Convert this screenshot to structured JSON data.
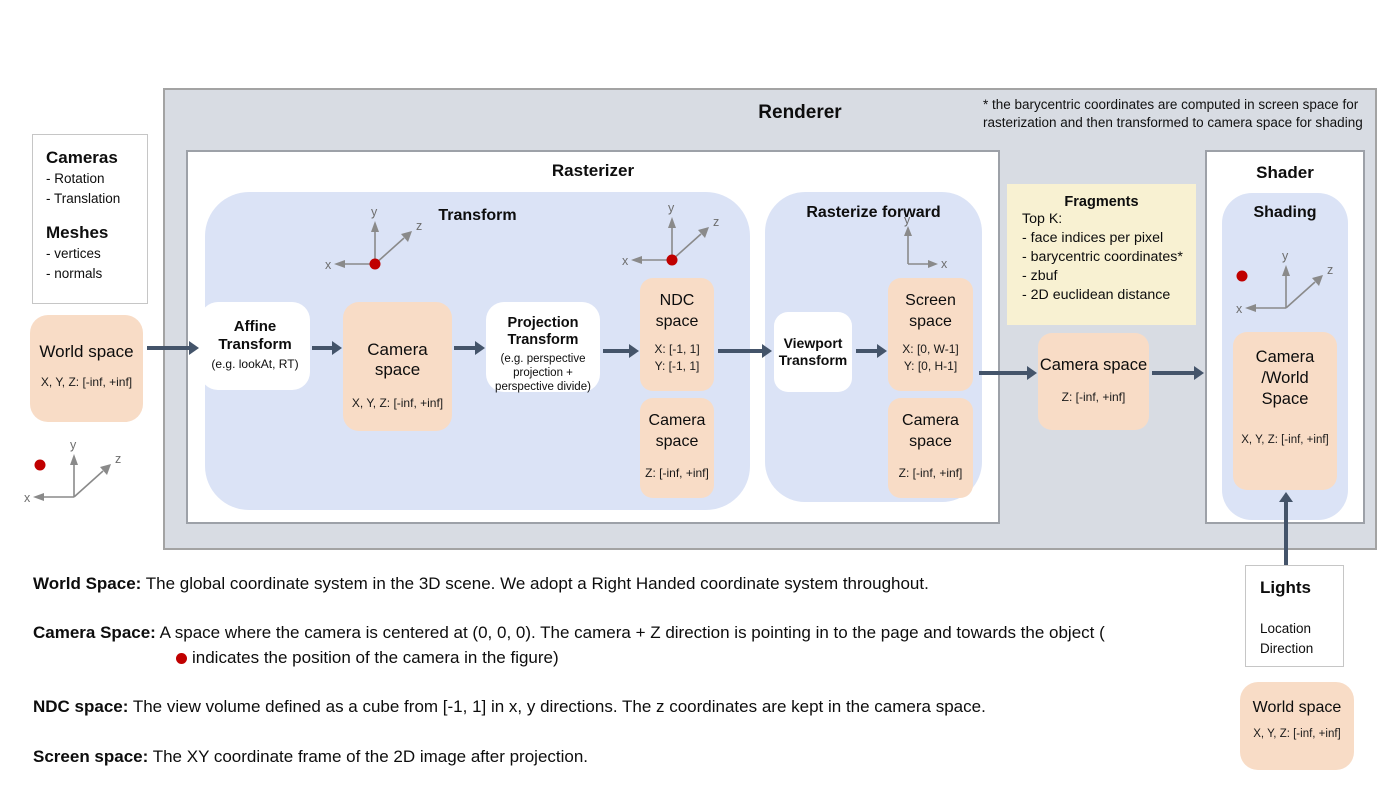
{
  "colors": {
    "panel_gray": "#d8dce3",
    "panel_blue": "#dbe3f6",
    "box_peach": "#f8dcc6",
    "box_yellow": "#f8f1d2",
    "arrow": "#44546a",
    "camera_dot_red": "#c00000"
  },
  "icons": {
    "axis_x_label": "x",
    "axis_y_label": "y",
    "axis_z_label": "z"
  },
  "left_panel": {
    "cameras_title": "Cameras",
    "cameras_item1": "- Rotation",
    "cameras_item2": "- Translation",
    "meshes_title": "Meshes",
    "meshes_item1": "- vertices",
    "meshes_item2": "- normals",
    "world_space": {
      "title": "World space",
      "range": "X, Y, Z: [-inf, +inf]"
    }
  },
  "renderer": {
    "title": "Renderer",
    "note_line1": "* the barycentric coordinates are computed in screen space for",
    "note_line2": "rasterization and then transformed to camera space for shading"
  },
  "rasterizer": {
    "title": "Rasterizer",
    "transform_panel": {
      "title": "Transform",
      "affine": {
        "title": "Affine Transform",
        "subtitle": "(e.g. lookAt, RT)"
      },
      "camera_space": {
        "title": "Camera space",
        "range": "X, Y, Z: [-inf, +inf]"
      },
      "projection": {
        "title": "Projection Transform",
        "subtitle": "(e.g. perspective projection + perspective divide)"
      },
      "ndc": {
        "title": "NDC space",
        "range1": "X: [-1, 1]",
        "range2": "Y: [-1, 1]"
      },
      "camera_space_z": {
        "title": "Camera space",
        "range": "Z: [-inf, +inf]"
      }
    },
    "rasterize_forward_panel": {
      "title": "Rasterize forward",
      "viewport": {
        "title": "Viewport Transform"
      },
      "screen": {
        "title": "Screen space",
        "range1": "X: [0, W-1]",
        "range2": "Y: [0, H-1]"
      },
      "camera_space_z": {
        "title": "Camera space",
        "range": "Z: [-inf, +inf]"
      }
    }
  },
  "fragments": {
    "title": "Fragments",
    "item1": "Top K:",
    "item2": "- face indices per pixel",
    "item3": "- barycentric coordinates*",
    "item4": "- zbuf",
    "item5": "- 2D euclidean distance"
  },
  "camera_space_out": {
    "title": "Camera space",
    "range": "Z: [-inf, +inf]"
  },
  "shader": {
    "title": "Shader",
    "shading_title": "Shading",
    "camera_world": {
      "title": "Camera /World Space",
      "range": "X, Y, Z: [-inf, +inf]"
    }
  },
  "lights": {
    "title": "Lights",
    "item1": "Location",
    "item2": "Direction",
    "world_space": {
      "title": "World space",
      "range": "X, Y, Z: [-inf, +inf]"
    }
  },
  "definitions": {
    "world": {
      "label": "World Space:",
      "text": "The global coordinate system in the 3D scene. We adopt a Right Handed coordinate system throughout."
    },
    "camera": {
      "label": "Camera Space:",
      "text_before": "A space where the camera is centered at (0, 0, 0). The camera + Z direction is pointing in to the page and towards the object (",
      "text_after": "indicates the position of the camera in the figure)"
    },
    "ndc": {
      "label": "NDC space:",
      "text": "The view volume defined as a cube from [-1, 1] in x, y directions. The z coordinates are kept in the camera space."
    },
    "screen": {
      "label": "Screen space:",
      "text": "The XY coordinate frame of the 2D image after projection."
    }
  }
}
